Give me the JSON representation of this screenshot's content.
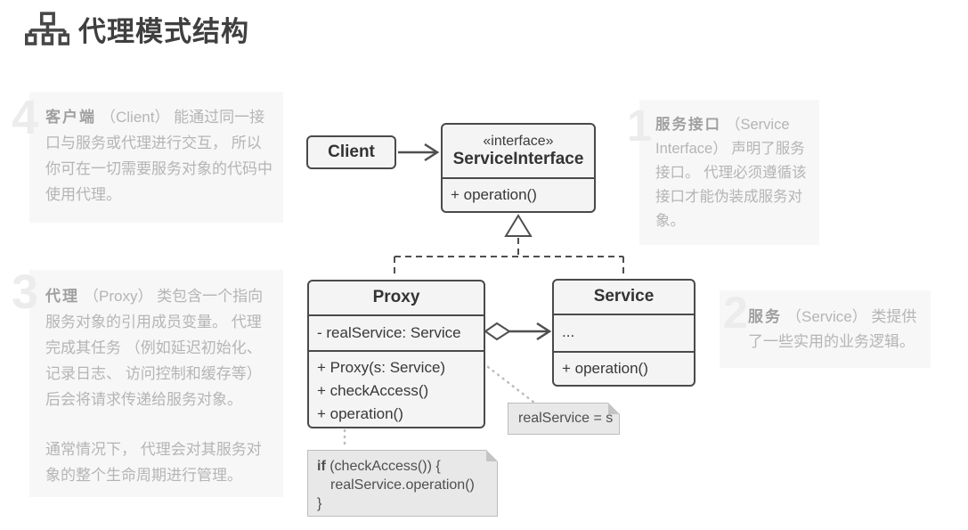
{
  "page": {
    "title": "代理模式结构"
  },
  "annotations": [
    {
      "number": "1",
      "keyword": "服务接口",
      "text": "（Service Interface） 声明了服务接口。 代理必须遵循该接口才能伪装成服务对象。"
    },
    {
      "number": "2",
      "keyword": "服务",
      "text": "（Service） 类提供了一些实用的业务逻辑。"
    },
    {
      "number": "3",
      "keyword": "代理",
      "text": "（Proxy） 类包含一个指向服务对象的引用成员变量。 代理完成其任务 （例如延迟初始化、 记录日志、 访问控制和缓存等） 后会将请求传递给服务对象。",
      "text2": "通常情况下， 代理会对其服务对象的整个生命周期进行管理。"
    },
    {
      "number": "4",
      "keyword": "客户端",
      "text": "（Client） 能通过同一接口与服务或代理进行交互， 所以你可在一切需要服务对象的代码中使用代理。"
    }
  ],
  "diagram": {
    "client": {
      "name": "Client"
    },
    "interface": {
      "stereotype": "«interface»",
      "name": "ServiceInterface",
      "operation": "+ operation()"
    },
    "proxy": {
      "name": "Proxy",
      "field": "- realService: Service",
      "methods": [
        "+ Proxy(s: Service)",
        "+ checkAccess()",
        "+ operation()"
      ]
    },
    "service": {
      "name": "Service",
      "ellipsis": "...",
      "operation": "+ operation()"
    },
    "note_assign": "realService = s",
    "note_code": {
      "line1_bold": "if",
      "line1_rest": " (checkAccess()) {",
      "line2": "realService.operation()",
      "line3": "}"
    }
  },
  "colors": {
    "box_border": "#4a4a4a",
    "box_fill": "#f4f4f4",
    "box_text": "#383838",
    "note_fill": "#e8e8e8",
    "note_border": "#bdbdbd",
    "annotation_bg": "#f7f7f7",
    "annotation_text": "#b5b5b5",
    "annotation_keyword": "#a0a0a0",
    "annotation_number": "#ececec",
    "title_text": "#3f3f3f",
    "connector": "#4f4f4f",
    "note_connector": "#bdbdbd"
  }
}
